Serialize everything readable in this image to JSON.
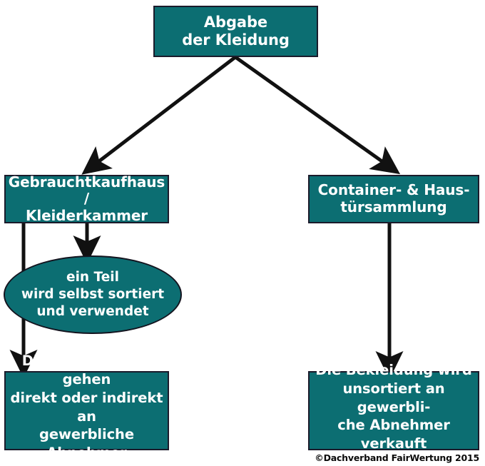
{
  "diagram": {
    "title": "Abgabe der Kleidung",
    "language": "de",
    "palette": {
      "node_fill": "#0c6e72",
      "node_border": "#1b1b2b",
      "node_text": "#ffffff",
      "arrow": "#111111",
      "background": "#ffffff"
    },
    "nodes": {
      "top": {
        "label": "Abgabe\nder Kleidung"
      },
      "mid_left": {
        "label": "Gebrauchtkaufhaus /\nKleiderkammer"
      },
      "mid_right": {
        "label": "Container- & Haus-\ntürsammlung"
      },
      "ellipse": {
        "label": "ein Teil\nwird selbst sortiert\nund verwendet"
      },
      "bottom_left": {
        "label": "Die Überschüsse gehen\ndirekt oder indirekt an\ngewerbliche Abnehmer"
      },
      "bottom_right": {
        "label": "Die Bekleidung wird\nunsortiert an gewerbli-\nche Abnehmer verkauft"
      }
    },
    "edges": [
      {
        "from": "top",
        "to": "mid_left",
        "style": "diagonal-arrow"
      },
      {
        "from": "top",
        "to": "mid_right",
        "style": "diagonal-arrow"
      },
      {
        "from": "mid_left",
        "to": "bottom_left",
        "style": "vertical-arrow"
      },
      {
        "from": "mid_left",
        "to": "ellipse",
        "style": "vertical-arrow"
      },
      {
        "from": "mid_right",
        "to": "bottom_right",
        "style": "vertical-arrow"
      }
    ],
    "credit": "©Dachverband FairWertung 2015"
  }
}
